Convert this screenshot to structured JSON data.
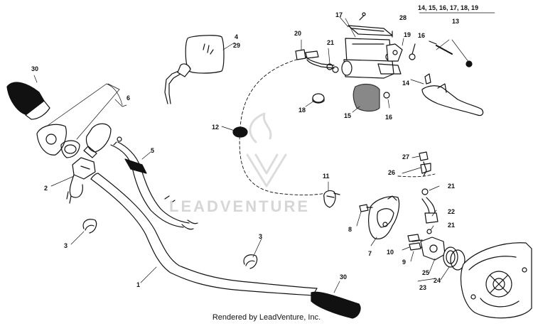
{
  "footer": "Rendered by LeadVenture, Inc.",
  "watermark": "LEADVENTURE",
  "group_title": "14, 15, 16, 17, 18, 19",
  "group_number": "13",
  "labels": {
    "l30a": "30",
    "l6": "6",
    "l4": "4",
    "l29": "29",
    "l5": "5",
    "l2": "2",
    "l3a": "3",
    "l1": "1",
    "l3b": "3",
    "l30b": "30",
    "l12": "12",
    "l20": "20",
    "l21a": "21",
    "l17": "17",
    "l28": "28",
    "l19": "19",
    "l16a": "16",
    "l14": "14",
    "l18": "18",
    "l15": "15",
    "l16b": "16",
    "l27": "27",
    "l26": "26",
    "l21b": "21",
    "l11": "11",
    "l8": "8",
    "l22": "22",
    "l21c": "21",
    "l7": "7",
    "l10": "10",
    "l9": "9",
    "l25": "25",
    "l24": "24",
    "l23": "23"
  }
}
